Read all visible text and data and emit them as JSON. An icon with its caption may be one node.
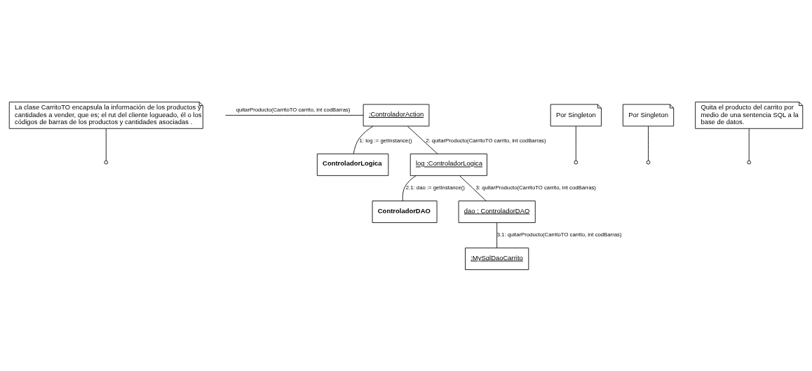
{
  "diagram": {
    "nodes": [
      {
        "text": [
          "La clase CarritoTO encapsula la información de los productos y cantidades a vender, que es; el rut del cliente logueado, él o los códigos de barras de los productos y cantidades asociadas ."
        ]
      },
      {
        "text": [
          ":ControladorAction"
        ]
      },
      {
        "text": [
          "ControladorLogica"
        ]
      },
      {
        "text": [
          "log :ControladorLogica"
        ]
      },
      {
        "text": [
          "Por Singleton"
        ]
      },
      {
        "text": [
          "ControladorDAO"
        ]
      },
      {
        "text": [
          "dao : ControladorDAO"
        ]
      },
      {
        "text": [
          "Por Singleton"
        ]
      },
      {
        "text": [
          "Quita el producto del carrito por medio de una sentencia SQL a la base de datos."
        ]
      },
      {
        "text": [
          ":MySqlDaoCarrito"
        ]
      }
    ],
    "edges": [
      {
        "from": null,
        "to": 1,
        "arrow": "none",
        "label": "quitarProducto(CarritoTO carrito, int codBarras)"
      },
      {
        "from": 1,
        "to": 2,
        "arrow": "none",
        "label": "1: log := getInstance()"
      },
      {
        "from": 1,
        "to": 3,
        "arrow": "none",
        "label": "2: quitarProducto(CarritoTO carrito, int codBarras)"
      },
      {
        "from": 3,
        "to": 5,
        "arrow": "none",
        "label": "2.1: dao := getInstance()"
      },
      {
        "from": 3,
        "to": 6,
        "arrow": "none",
        "label": "3: quitarProducto(CarritoTO carrito, int codBarras)"
      },
      {
        "from": 6,
        "to": 9,
        "arrow": "none",
        "label": "3.1: quitarProducto(CarritoTO carrito, int codBarras)"
      },
      {
        "from": 0,
        "to": null,
        "arrow": "other"
      },
      {
        "from": 4,
        "to": null,
        "arrow": "other"
      },
      {
        "from": 7,
        "to": null,
        "arrow": "other"
      },
      {
        "from": 8,
        "to": null,
        "arrow": "other"
      }
    ]
  }
}
